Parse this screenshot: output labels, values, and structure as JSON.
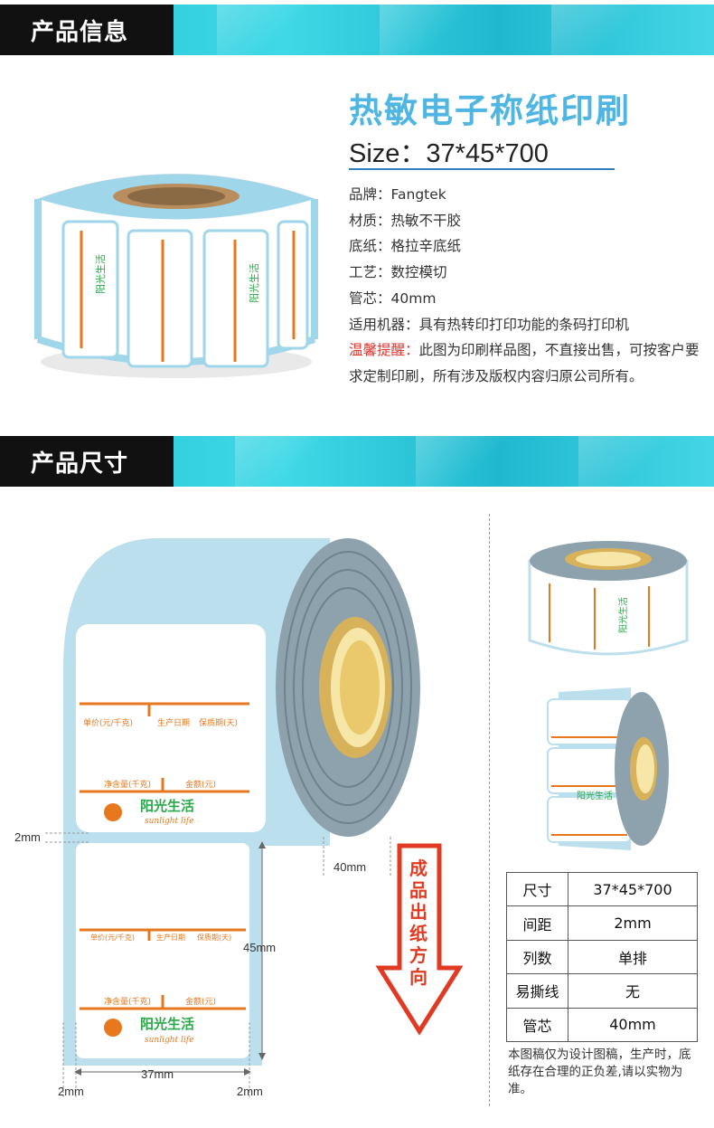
{
  "sections": {
    "info_title": "产品信息",
    "size_title": "产品尺寸"
  },
  "product": {
    "title": "热敏电子称纸印刷",
    "size": "Size：37*45*700",
    "rows": [
      "品牌：Fangtek",
      "材质：热敏不干胶",
      "底纸：格拉辛底纸",
      "工艺：数控模切",
      "管芯：40mm",
      "适用机器：具有热转印打印功能的条码打印机"
    ],
    "warning_label": "温馨提醒：",
    "warning_text": "此图为印刷样品图，不直接出售，可按客户要求定制印刷，所有涉及版权内容归原公司所有。"
  },
  "label": {
    "unit_price": "单价(元/千克)",
    "prod_date": "生产日期",
    "shelf_life": "保质期(天)",
    "net_weight": "净含量(千克)",
    "amount": "金额(元)",
    "brand_cn": "阳光生活",
    "brand_en": "sunlight life"
  },
  "dimensions": {
    "gap_top": "2mm",
    "core": "40mm",
    "height": "45mm",
    "width": "37mm",
    "left_margin": "2mm",
    "right_margin": "2mm",
    "arrow_text": "成品出纸方向"
  },
  "spec_table": [
    {
      "k": "尺寸",
      "v": "37*45*700"
    },
    {
      "k": "间距",
      "v": "2mm"
    },
    {
      "k": "列数",
      "v": "单排"
    },
    {
      "k": "易撕线",
      "v": "无"
    },
    {
      "k": "管芯",
      "v": "40mm"
    }
  ],
  "spec_note": "本图稿仅为设计图稿，生产时，底纸存在合理的正负差,请以实物为准。",
  "colors": {
    "accent_blue": "#4fb5e2",
    "warning_red": "#e1322a",
    "label_orange": "#e8781e",
    "brand_green": "#2aa84a",
    "liner_blue": "#bcdfee"
  }
}
